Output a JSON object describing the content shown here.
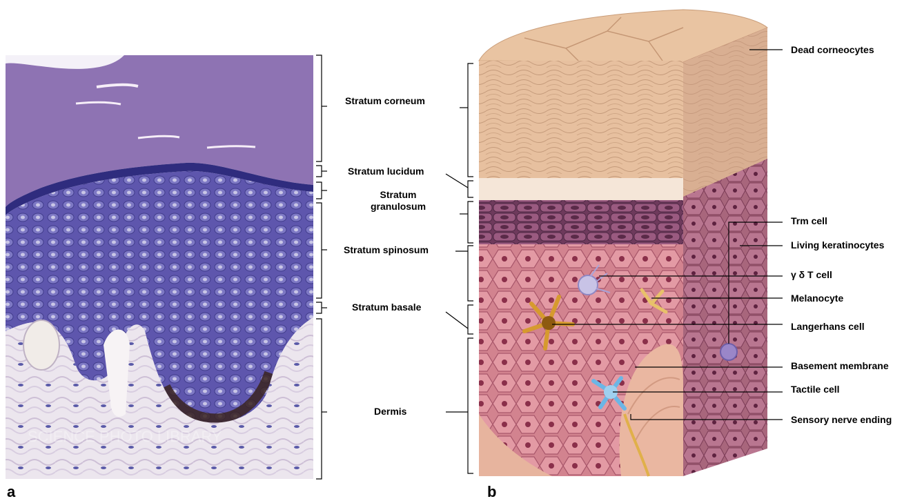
{
  "panels": [
    {
      "letter": "a"
    },
    {
      "letter": "b"
    }
  ],
  "micrograph_watermark": "SCIENCE PHOTO LIBRARY",
  "left_labels": {
    "stratum_corneum": "Stratum corneum",
    "stratum_lucidum": "Stratum lucidum",
    "stratum_granulosum_line1": "Stratum",
    "stratum_granulosum_line2": "granulosum",
    "stratum_spinosum": "Stratum spinosum",
    "stratum_basale": "Stratum basale",
    "dermis": "Dermis"
  },
  "right_labels": {
    "dead_corneocytes": "Dead corneocytes",
    "trm_cell": "Trm cell",
    "living_keratinocytes": "Living keratinocytes",
    "gamma_delta_t_cell": "γ δ T cell",
    "melanocyte": "Melanocyte",
    "langerhans_cell": "Langerhans cell",
    "basement_membrane": "Basement membrane",
    "tactile_cell": "Tactile cell",
    "sensory_nerve_ending": "Sensory nerve ending"
  },
  "colors": {
    "corneum_purple": "#8c6fae",
    "epidermis_violet": "#6a5cb0",
    "dermis_pale": "#e8e2ea",
    "illustration_corneum": "#e9c5a6",
    "illustration_granulosum": "#8a4f70",
    "illustration_spinosum": "#d98b9a",
    "illustration_dermis": "#e7b49e"
  }
}
